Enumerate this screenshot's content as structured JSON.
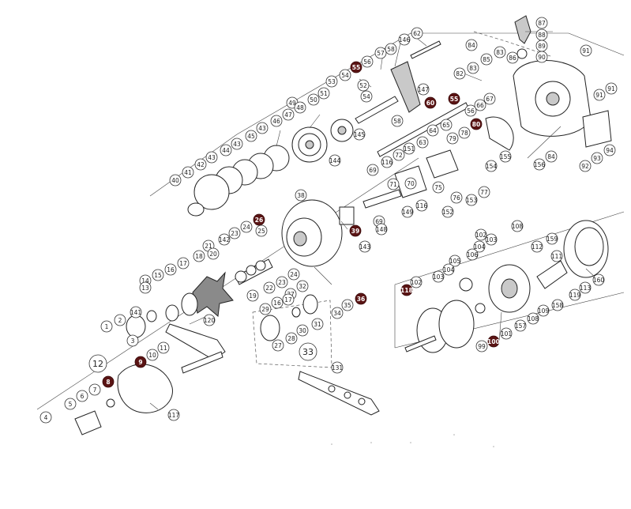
{
  "callouts": [
    {
      "id": "c62",
      "label": "62",
      "hl": false
    },
    {
      "id": "c146",
      "label": "146",
      "hl": false
    },
    {
      "id": "c57",
      "label": "57",
      "hl": false
    },
    {
      "id": "c58a",
      "label": "58",
      "hl": false
    },
    {
      "id": "c56a",
      "label": "56",
      "hl": false
    },
    {
      "id": "c55a",
      "label": "55",
      "hl": true
    },
    {
      "id": "c54a",
      "label": "54",
      "hl": false
    },
    {
      "id": "c53",
      "label": "53",
      "hl": false
    },
    {
      "id": "c52",
      "label": "52",
      "hl": false
    },
    {
      "id": "c54b",
      "label": "54",
      "hl": false
    },
    {
      "id": "c51",
      "label": "51",
      "hl": false
    },
    {
      "id": "c50",
      "label": "50",
      "hl": false
    },
    {
      "id": "c49",
      "label": "49",
      "hl": false
    },
    {
      "id": "c48",
      "label": "48",
      "hl": false
    },
    {
      "id": "c47",
      "label": "47",
      "hl": false
    },
    {
      "id": "c46",
      "label": "46",
      "hl": false
    },
    {
      "id": "c43a",
      "label": "43",
      "hl": false
    },
    {
      "id": "c45",
      "label": "45",
      "hl": false
    },
    {
      "id": "c43b",
      "label": "43",
      "hl": false
    },
    {
      "id": "c44",
      "label": "44",
      "hl": false
    },
    {
      "id": "c43c",
      "label": "43",
      "hl": false
    },
    {
      "id": "c42",
      "label": "42",
      "hl": false
    },
    {
      "id": "c41",
      "label": "41",
      "hl": false
    },
    {
      "id": "c40",
      "label": "40",
      "hl": false
    },
    {
      "id": "c144",
      "label": "144",
      "hl": false
    },
    {
      "id": "c145",
      "label": "145",
      "hl": false
    },
    {
      "id": "c58b",
      "label": "58",
      "hl": false
    },
    {
      "id": "c147",
      "label": "147",
      "hl": false
    },
    {
      "id": "c60",
      "label": "60",
      "hl": true
    },
    {
      "id": "c55b",
      "label": "55",
      "hl": true
    },
    {
      "id": "c56b",
      "label": "56",
      "hl": false
    },
    {
      "id": "c66",
      "label": "66",
      "hl": false
    },
    {
      "id": "c67",
      "label": "67",
      "hl": false
    },
    {
      "id": "c80",
      "label": "80",
      "hl": true
    },
    {
      "id": "c65",
      "label": "65",
      "hl": false
    },
    {
      "id": "c64",
      "label": "64",
      "hl": false
    },
    {
      "id": "c63",
      "label": "63",
      "hl": false
    },
    {
      "id": "c151",
      "label": "151",
      "hl": false
    },
    {
      "id": "c79",
      "label": "79",
      "hl": false
    },
    {
      "id": "c78",
      "label": "78",
      "hl": false
    },
    {
      "id": "c155",
      "label": "155",
      "hl": false
    },
    {
      "id": "c154",
      "label": "154",
      "hl": false
    },
    {
      "id": "c72",
      "label": "72",
      "hl": false
    },
    {
      "id": "c116a",
      "label": "116",
      "hl": false
    },
    {
      "id": "c69a",
      "label": "69",
      "hl": false
    },
    {
      "id": "c70",
      "label": "70",
      "hl": false
    },
    {
      "id": "c71",
      "label": "71",
      "hl": false
    },
    {
      "id": "c75",
      "label": "75",
      "hl": false
    },
    {
      "id": "c77",
      "label": "77",
      "hl": false
    },
    {
      "id": "c76",
      "label": "76",
      "hl": false
    },
    {
      "id": "c153",
      "label": "153",
      "hl": false
    },
    {
      "id": "c152",
      "label": "152",
      "hl": false
    },
    {
      "id": "c116b",
      "label": "116",
      "hl": false
    },
    {
      "id": "c149",
      "label": "149",
      "hl": false
    },
    {
      "id": "c69b",
      "label": "69",
      "hl": false
    },
    {
      "id": "c148",
      "label": "148",
      "hl": false
    },
    {
      "id": "c84a",
      "label": "84",
      "hl": false
    },
    {
      "id": "c85",
      "label": "85",
      "hl": false
    },
    {
      "id": "c83a",
      "label": "83",
      "hl": false
    },
    {
      "id": "c86",
      "label": "86",
      "hl": false
    },
    {
      "id": "c82",
      "label": "82",
      "hl": false
    },
    {
      "id": "c83b",
      "label": "83",
      "hl": false
    },
    {
      "id": "c87",
      "label": "87",
      "hl": false
    },
    {
      "id": "c88",
      "label": "88",
      "hl": false
    },
    {
      "id": "c89",
      "label": "89",
      "hl": false
    },
    {
      "id": "c90",
      "label": "90",
      "hl": false
    },
    {
      "id": "c91a",
      "label": "91",
      "hl": false
    },
    {
      "id": "c91b",
      "label": "91",
      "hl": false
    },
    {
      "id": "c91c",
      "label": "91",
      "hl": false
    },
    {
      "id": "c156",
      "label": "156",
      "hl": false
    },
    {
      "id": "c84b",
      "label": "84",
      "hl": false
    },
    {
      "id": "c92",
      "label": "92",
      "hl": false
    },
    {
      "id": "c93",
      "label": "93",
      "hl": false
    },
    {
      "id": "c94",
      "label": "94",
      "hl": false
    },
    {
      "id": "c38",
      "label": "38",
      "hl": false
    },
    {
      "id": "c26",
      "label": "26",
      "hl": true
    },
    {
      "id": "c39",
      "label": "39",
      "hl": true
    },
    {
      "id": "c143",
      "label": "143",
      "hl": false
    },
    {
      "id": "c24a",
      "label": "24",
      "hl": false
    },
    {
      "id": "c25",
      "label": "25",
      "hl": false
    },
    {
      "id": "c142",
      "label": "142",
      "hl": false
    },
    {
      "id": "c23a",
      "label": "23",
      "hl": false
    },
    {
      "id": "c21",
      "label": "21",
      "hl": false
    },
    {
      "id": "c20",
      "label": "20",
      "hl": false
    },
    {
      "id": "c22",
      "label": "22",
      "hl": false
    },
    {
      "id": "c23b",
      "label": "23",
      "hl": false
    },
    {
      "id": "c24b",
      "label": "24",
      "hl": false
    },
    {
      "id": "c19",
      "label": "19",
      "hl": false
    },
    {
      "id": "c18",
      "label": "18",
      "hl": false
    },
    {
      "id": "c17",
      "label": "17",
      "hl": false
    },
    {
      "id": "c16",
      "label": "16",
      "hl": false
    },
    {
      "id": "c15",
      "label": "15",
      "hl": false
    },
    {
      "id": "c14",
      "label": "14",
      "hl": false
    },
    {
      "id": "c13",
      "label": "13",
      "hl": false
    },
    {
      "id": "c141",
      "label": "141",
      "hl": false
    },
    {
      "id": "c120",
      "label": "120",
      "hl": false
    },
    {
      "id": "c2",
      "label": "2",
      "hl": false
    },
    {
      "id": "c1",
      "label": "1",
      "hl": false
    },
    {
      "id": "c3",
      "label": "3",
      "hl": false
    },
    {
      "id": "c11",
      "label": "11",
      "hl": false
    },
    {
      "id": "c10",
      "label": "10",
      "hl": false
    },
    {
      "id": "c9",
      "label": "9",
      "hl": true
    },
    {
      "id": "c12",
      "label": "12",
      "hl": false,
      "big": true
    },
    {
      "id": "c8",
      "label": "8",
      "hl": true
    },
    {
      "id": "c7",
      "label": "7",
      "hl": false
    },
    {
      "id": "c6",
      "label": "6",
      "hl": false
    },
    {
      "id": "c5",
      "label": "5",
      "hl": false
    },
    {
      "id": "c4",
      "label": "4",
      "hl": false
    },
    {
      "id": "c117",
      "label": "117",
      "hl": false
    },
    {
      "id": "c32",
      "label": "32",
      "hl": false
    },
    {
      "id": "c37",
      "label": "37",
      "hl": false
    },
    {
      "id": "c36",
      "label": "36",
      "hl": true
    },
    {
      "id": "c35",
      "label": "35",
      "hl": false
    },
    {
      "id": "c34",
      "label": "34",
      "hl": false
    },
    {
      "id": "c29",
      "label": "29",
      "hl": false
    },
    {
      "id": "c16b",
      "label": "16",
      "hl": false
    },
    {
      "id": "c17b",
      "label": "17",
      "hl": false
    },
    {
      "id": "c30",
      "label": "30",
      "hl": false
    },
    {
      "id": "c31",
      "label": "31",
      "hl": false
    },
    {
      "id": "c28",
      "label": "28",
      "hl": false
    },
    {
      "id": "c27",
      "label": "27",
      "hl": false
    },
    {
      "id": "c33",
      "label": "33",
      "hl": false,
      "big": true
    },
    {
      "id": "c131",
      "label": "131",
      "hl": false
    },
    {
      "id": "c108a",
      "label": "108",
      "hl": false
    },
    {
      "id": "c102a",
      "label": "102",
      "hl": false
    },
    {
      "id": "c103a",
      "label": "103",
      "hl": false
    },
    {
      "id": "c104a",
      "label": "104",
      "hl": false
    },
    {
      "id": "c106",
      "label": "106",
      "hl": false
    },
    {
      "id": "c105",
      "label": "105",
      "hl": false
    },
    {
      "id": "c103b",
      "label": "103",
      "hl": false
    },
    {
      "id": "c104b",
      "label": "104",
      "hl": false
    },
    {
      "id": "c102b",
      "label": "102",
      "hl": false
    },
    {
      "id": "c118",
      "label": "118",
      "hl": true
    },
    {
      "id": "c159",
      "label": "159",
      "hl": false
    },
    {
      "id": "c112",
      "label": "112",
      "hl": false
    },
    {
      "id": "c111",
      "label": "111",
      "hl": false
    },
    {
      "id": "c160",
      "label": "160",
      "hl": false
    },
    {
      "id": "c113",
      "label": "113",
      "hl": false
    },
    {
      "id": "c119",
      "label": "119",
      "hl": false
    },
    {
      "id": "c158",
      "label": "158",
      "hl": false
    },
    {
      "id": "c109",
      "label": "109",
      "hl": false
    },
    {
      "id": "c108b",
      "label": "108",
      "hl": false
    },
    {
      "id": "c157",
      "label": "157",
      "hl": false
    },
    {
      "id": "c101",
      "label": "101",
      "hl": false
    },
    {
      "id": "c100",
      "label": "100",
      "hl": true
    },
    {
      "id": "c99",
      "label": "99",
      "hl": false
    }
  ]
}
